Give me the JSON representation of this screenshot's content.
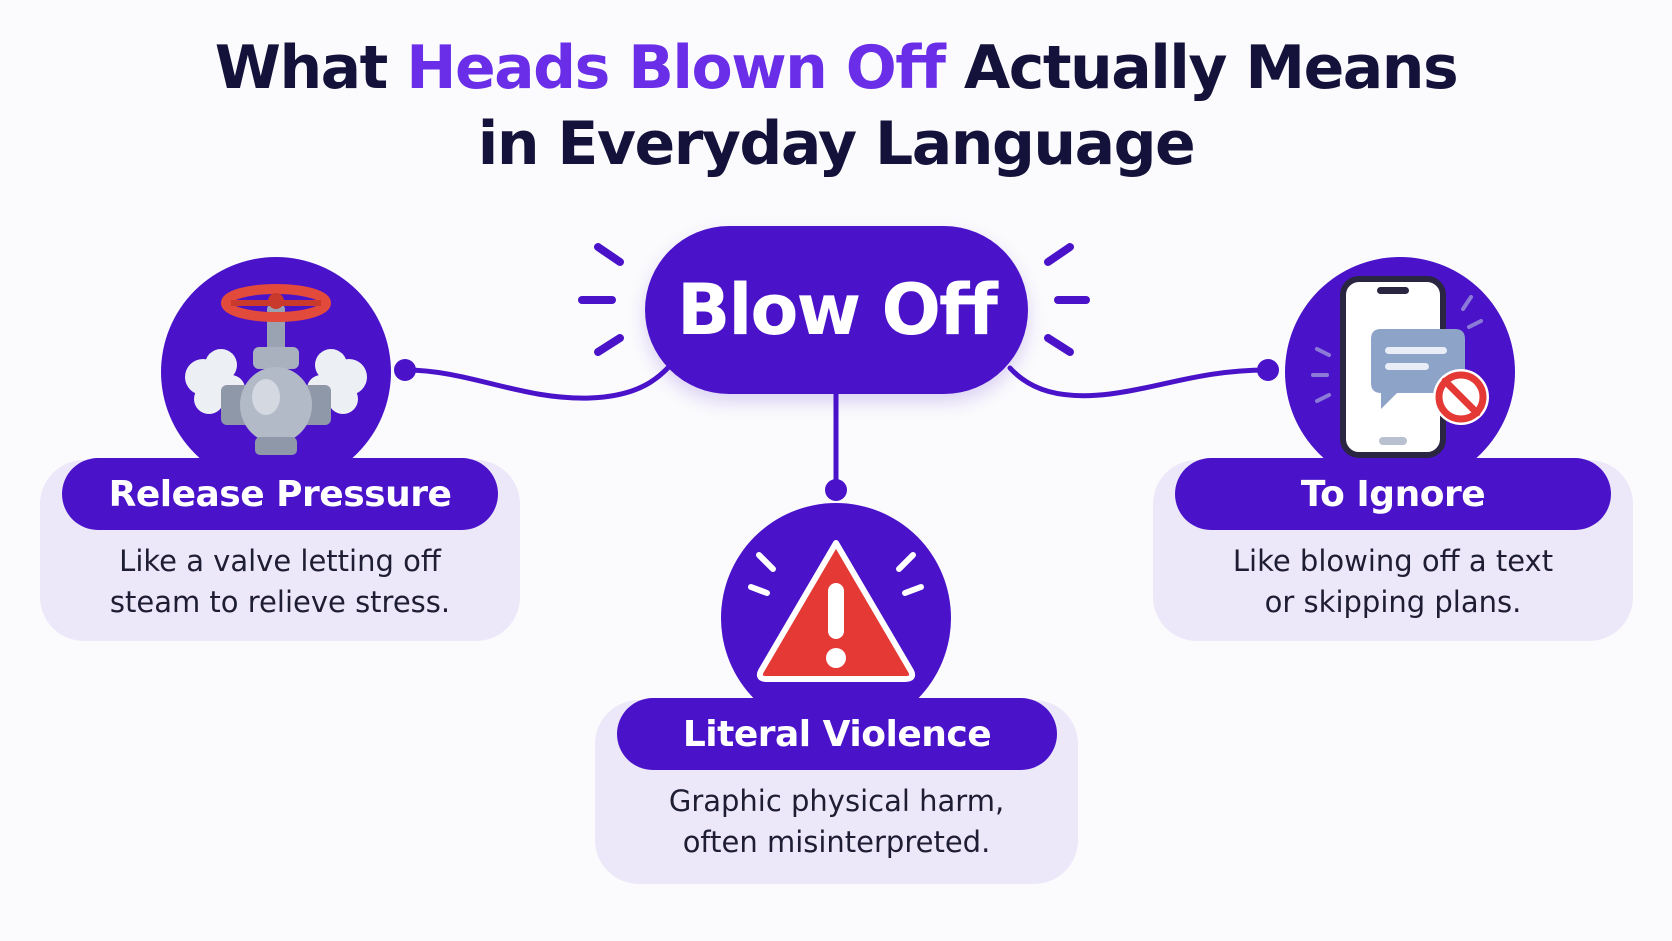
{
  "title": {
    "part1": "What ",
    "highlight": "Heads Blown Off",
    "part2": " Actually Means",
    "line2": "in Everyday Language"
  },
  "hub": {
    "label": "Blow Off"
  },
  "nodes": [
    {
      "label": "Release Pressure",
      "desc_line1": "Like a valve letting off",
      "desc_line2": "steam to relieve stress.",
      "icon": "valve-icon"
    },
    {
      "label": "Literal Violence",
      "desc_line1": "Graphic physical harm,",
      "desc_line2": "often misinterpreted.",
      "icon": "warning-icon"
    },
    {
      "label": "To Ignore",
      "desc_line1": "Like blowing off a text",
      "desc_line2": "or skipping plans.",
      "icon": "phone-message-blocked-icon"
    }
  ],
  "colors": {
    "primary": "#4a13c9",
    "highlight": "#6a2ee8",
    "title": "#14123a",
    "card": "#ece8f9",
    "warning": "#e53935",
    "valve_wheel": "#e24b3b"
  }
}
